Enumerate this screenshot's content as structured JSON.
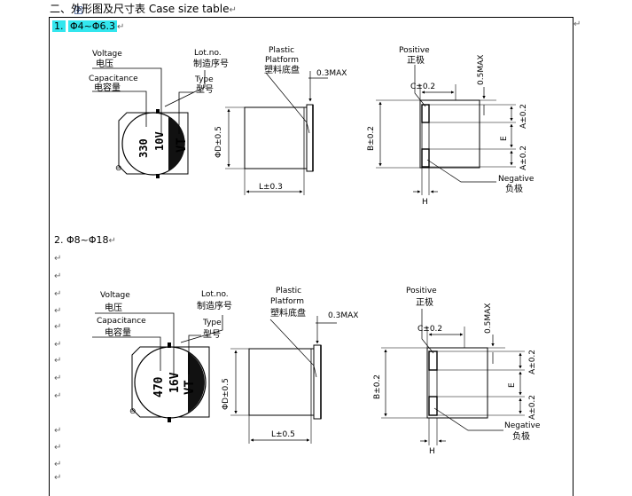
{
  "heading": {
    "text": "二、外形图及尺寸表  Case size table",
    "mark": "↵"
  },
  "section1": {
    "number": "1.",
    "title": "Φ4~Φ6.3",
    "mark": "↵"
  },
  "section2": {
    "title": "2. Φ8~Φ18",
    "mark": "↵"
  },
  "paragraph_mark": "↵",
  "figure1": {
    "voltage_en": "Voltage",
    "voltage_cn": "电压",
    "capacitance_en": "Capacitance",
    "capacitance_cn": "电容量",
    "lot_en": "Lot.no.",
    "lot_cn": "制造序号",
    "type_en": "Type",
    "type_cn": "型号",
    "cap_value": "330",
    "volt_value": "10V",
    "type_value": "VT",
    "neg_sign": "⊖",
    "plastic_en": "Plastic",
    "platform_en": "Platform",
    "platform_cn": "塑料底盘",
    "max03": "0.3MAX",
    "dim_d": "ΦD±0.5",
    "dim_l": "L±0.3",
    "positive_en": "Positive",
    "positive_cn": "正极",
    "dim_c": "C±0.2",
    "max05": "0.5MAX",
    "dim_b": "B±0.2",
    "dim_a_top": "A±0.2",
    "dim_a_bot": "A±0.2",
    "dim_e": "E",
    "dim_h": "H",
    "negative_en": "Negative",
    "negative_cn": "负极"
  },
  "figure2": {
    "voltage_en": "Voltage",
    "voltage_cn": "电压",
    "capacitance_en": "Capacitance",
    "capacitance_cn": "电容量",
    "lot_en": "Lot.no.",
    "lot_cn": "制造序号",
    "type_en": "Type",
    "type_cn": "型号",
    "cap_value": "470",
    "volt_value": "16V",
    "type_value": "VT",
    "neg_sign": "⊖",
    "plastic_en": "Plastic",
    "platform_en": "Platform",
    "platform_cn": "塑料底盘",
    "max03": "0.3MAX",
    "dim_d": "ΦD±0.5",
    "dim_l": "L±0.5",
    "positive_en": "Positive",
    "positive_cn": "正极",
    "dim_c": "C±0.2",
    "max05": "0.5MAX",
    "dim_b": "B±0.2",
    "dim_a_top": "A±0.2",
    "dim_a_bot": "A±0.2",
    "dim_e": "E",
    "dim_h": "H",
    "negative_en": "Negative",
    "negative_cn": "负极"
  }
}
